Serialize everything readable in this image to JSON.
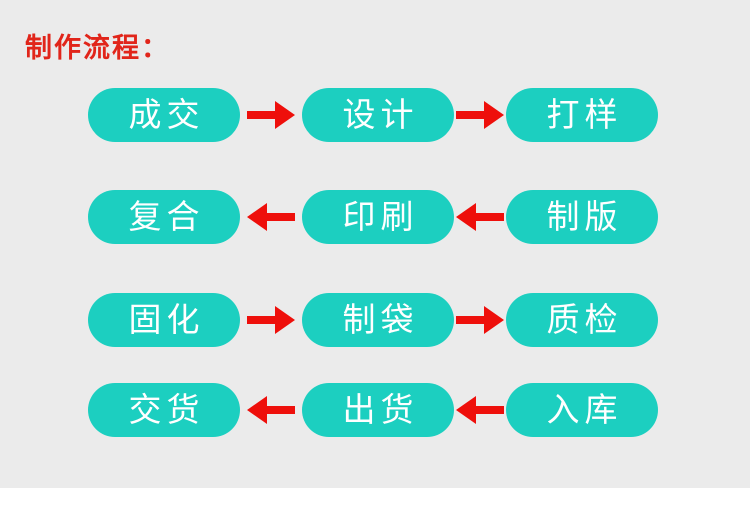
{
  "page": {
    "title": "制作流程：",
    "background_color": "#ebebeb",
    "footer_strip_color": "#ffffff"
  },
  "colors": {
    "pill_fill": "#1ccfc0",
    "pill_text": "#ffffff",
    "title_red": "#e1251a",
    "arrow_red": "#ee0f0b"
  },
  "flow": {
    "rows": [
      {
        "direction": "right",
        "steps": [
          "成交",
          "设计",
          "打样"
        ]
      },
      {
        "direction": "left",
        "steps": [
          "复合",
          "印刷",
          "制版"
        ]
      },
      {
        "direction": "right",
        "steps": [
          "固化",
          "制袋",
          "质检"
        ]
      },
      {
        "direction": "left",
        "steps": [
          "交货",
          "出货",
          "入库"
        ]
      }
    ]
  }
}
